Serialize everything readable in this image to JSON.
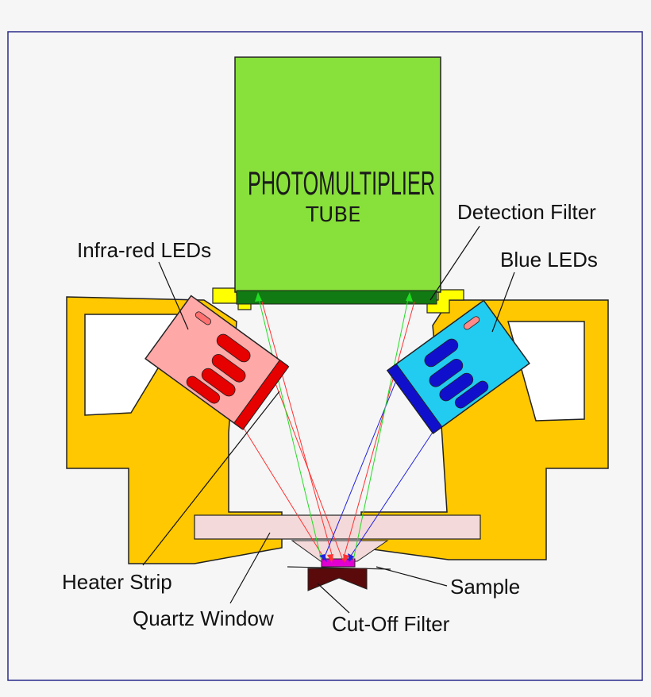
{
  "pmt": {
    "title": "PHOTOMULTIPLIER",
    "subtitle": "TUBE"
  },
  "labels": {
    "detection_filter": "Detection Filter",
    "infrared_leds": "Infra-red LEDs",
    "blue_leds": "Blue LEDs",
    "heater_strip": "Heater Strip",
    "sample": "Sample",
    "quartz_window": "Quartz Window",
    "cutoff_filter": "Cut-Off Filter"
  },
  "colors": {
    "background": "#f6f6f6",
    "frame": "#2a2a8a",
    "housing": "#ffc800",
    "pmt": "#88e03a",
    "detection_filter": "#127a12",
    "ir_led": "#ffa8a8",
    "ir_led_accent": "#e60000",
    "blue_led": "#22ccf0",
    "blue_led_accent": "#1010cc",
    "quartz": "#f3d9d9",
    "sample": "#e000d0",
    "cutoff": "#5a0a0a",
    "ray_red": "#ff3030",
    "ray_blue": "#2020e0",
    "ray_green": "#22dd22"
  }
}
